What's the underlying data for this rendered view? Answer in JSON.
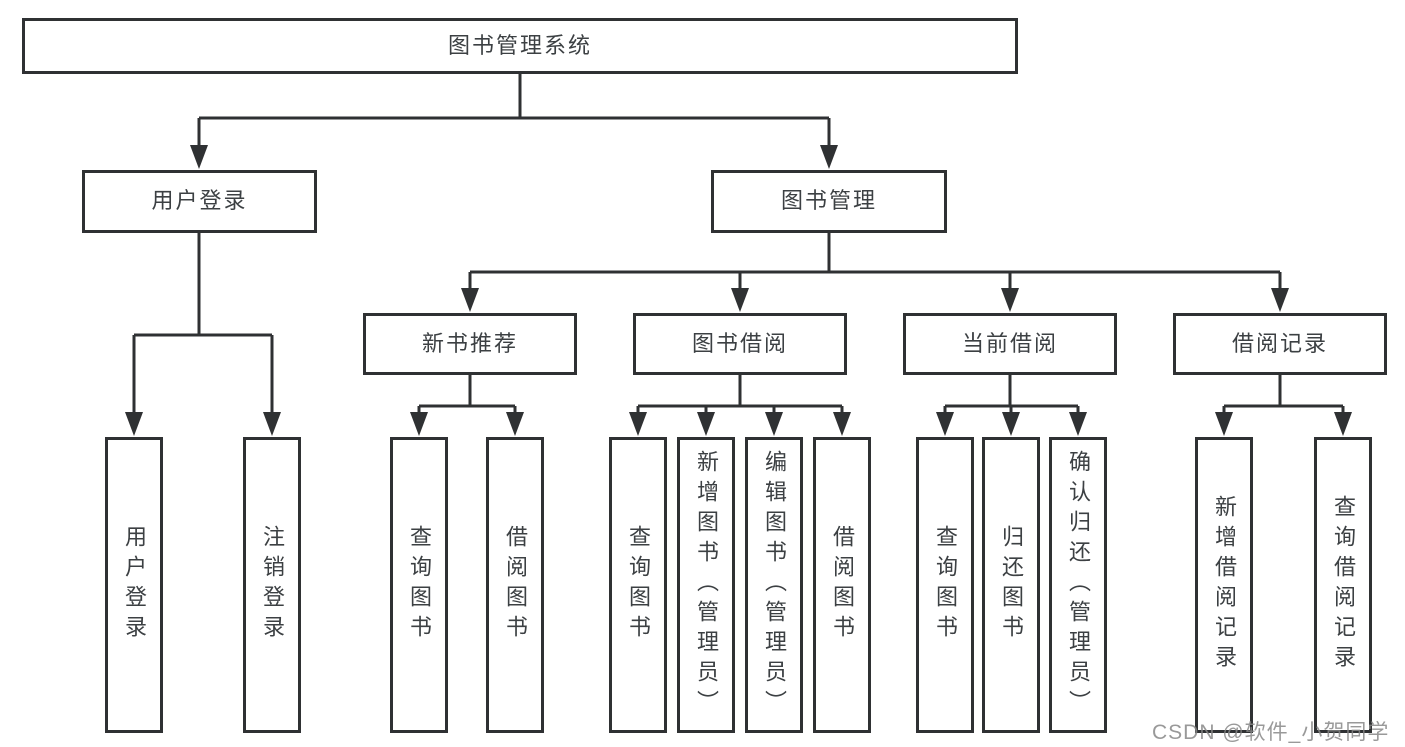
{
  "diagram": {
    "root": {
      "label": "图书管理系统"
    },
    "branches": [
      {
        "label": "用户登录",
        "children": [
          {
            "label": "用户登录"
          },
          {
            "label": "注销登录"
          }
        ]
      },
      {
        "label": "图书管理",
        "children": [
          {
            "label": "新书推荐",
            "children": [
              {
                "label": "查询图书"
              },
              {
                "label": "借阅图书"
              }
            ]
          },
          {
            "label": "图书借阅",
            "children": [
              {
                "label": "查询图书"
              },
              {
                "label": "新增图书（管理员）"
              },
              {
                "label": "编辑图书（管理员）"
              },
              {
                "label": "借阅图书"
              }
            ]
          },
          {
            "label": "当前借阅",
            "children": [
              {
                "label": "查询图书"
              },
              {
                "label": "归还图书"
              },
              {
                "label": "确认归还（管理员）"
              }
            ]
          },
          {
            "label": "借阅记录",
            "children": [
              {
                "label": "新增借阅记录"
              },
              {
                "label": "查询借阅记录"
              }
            ]
          }
        ]
      }
    ]
  },
  "watermark": "CSDN @软件_小贺同学",
  "colors": {
    "line": "#2f3133",
    "text": "#3c4043",
    "watermark": "#878787",
    "background": "#ffffff"
  }
}
